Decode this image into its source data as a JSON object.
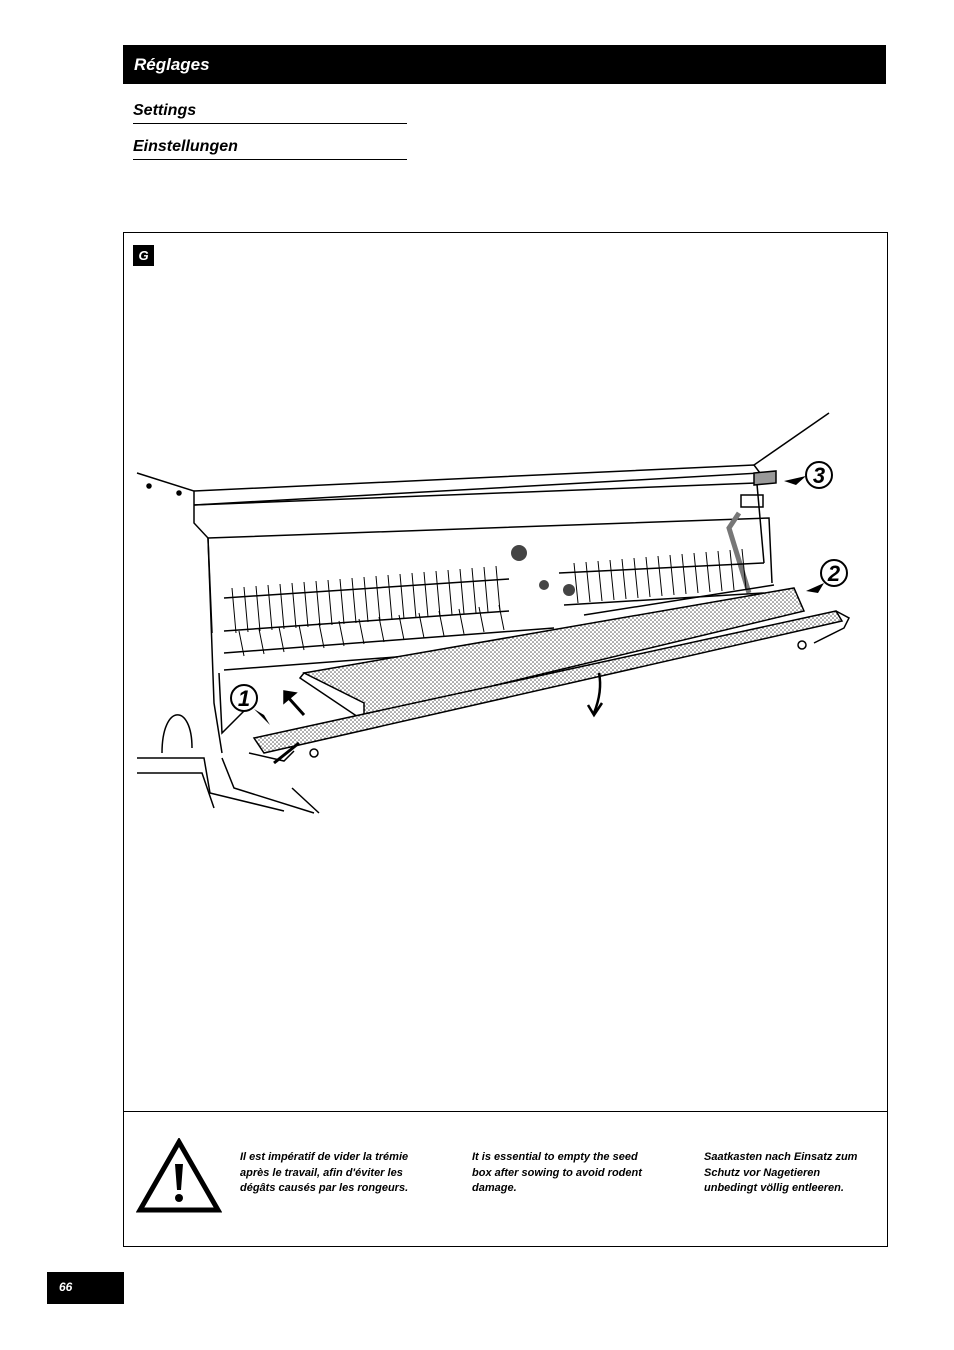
{
  "header": {
    "title": "Réglages"
  },
  "subtitles": {
    "settings": "Settings",
    "einstellungen": "Einstellungen"
  },
  "figure": {
    "label": "G",
    "callouts": [
      "1",
      "2",
      "3"
    ]
  },
  "warning": {
    "icon": "warning-triangle-icon",
    "fr": "Il est impératif de vider la trémie après le travail, afin d'éviter les dégâts causés par les rongeurs.",
    "en": "It is essential to empty the seed box after sowing to avoid rodent damage.",
    "de": "Saatkasten nach Einsatz zum Schutz vor Nagetieren unbedingt völlig entleeren."
  },
  "page": {
    "number": "66"
  }
}
